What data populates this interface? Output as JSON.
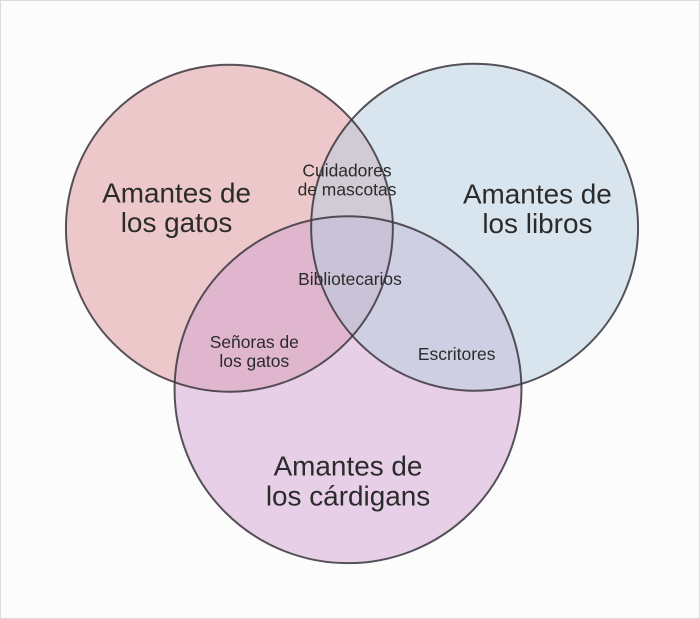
{
  "diagram": {
    "type": "venn",
    "background_color": "#fcfcfc",
    "frame_color": "#dcdcdc",
    "outline_color": "#3f3a42",
    "text_color": "#2b2b2b",
    "sets": [
      {
        "name": "cats",
        "line1": "Amantes de",
        "line2": "los gatos",
        "fill": "#dd9397",
        "rendered_tint": "#eec9cb"
      },
      {
        "name": "cardigans",
        "line1": "Amantes de",
        "line2": "los cárdigans",
        "fill": "#d1a3d1",
        "rendered_tint": "#e8d1e8"
      },
      {
        "name": "books",
        "line1": "Amantes de",
        "line2": "los libros",
        "fill": "#b5cddf",
        "rendered_tint": "#dae6ef"
      }
    ],
    "overlaps": [
      {
        "between": "cats+books",
        "line1": "Cuidadores",
        "line2": "de mascotas"
      },
      {
        "between": "cats+cardigans",
        "line1": "Señoras de",
        "line2": "los gatos"
      },
      {
        "between": "books+cardigans",
        "line1": "Escritores"
      },
      {
        "between": "cats+books+cardigans",
        "line1": "Bibliotecarios"
      }
    ]
  }
}
